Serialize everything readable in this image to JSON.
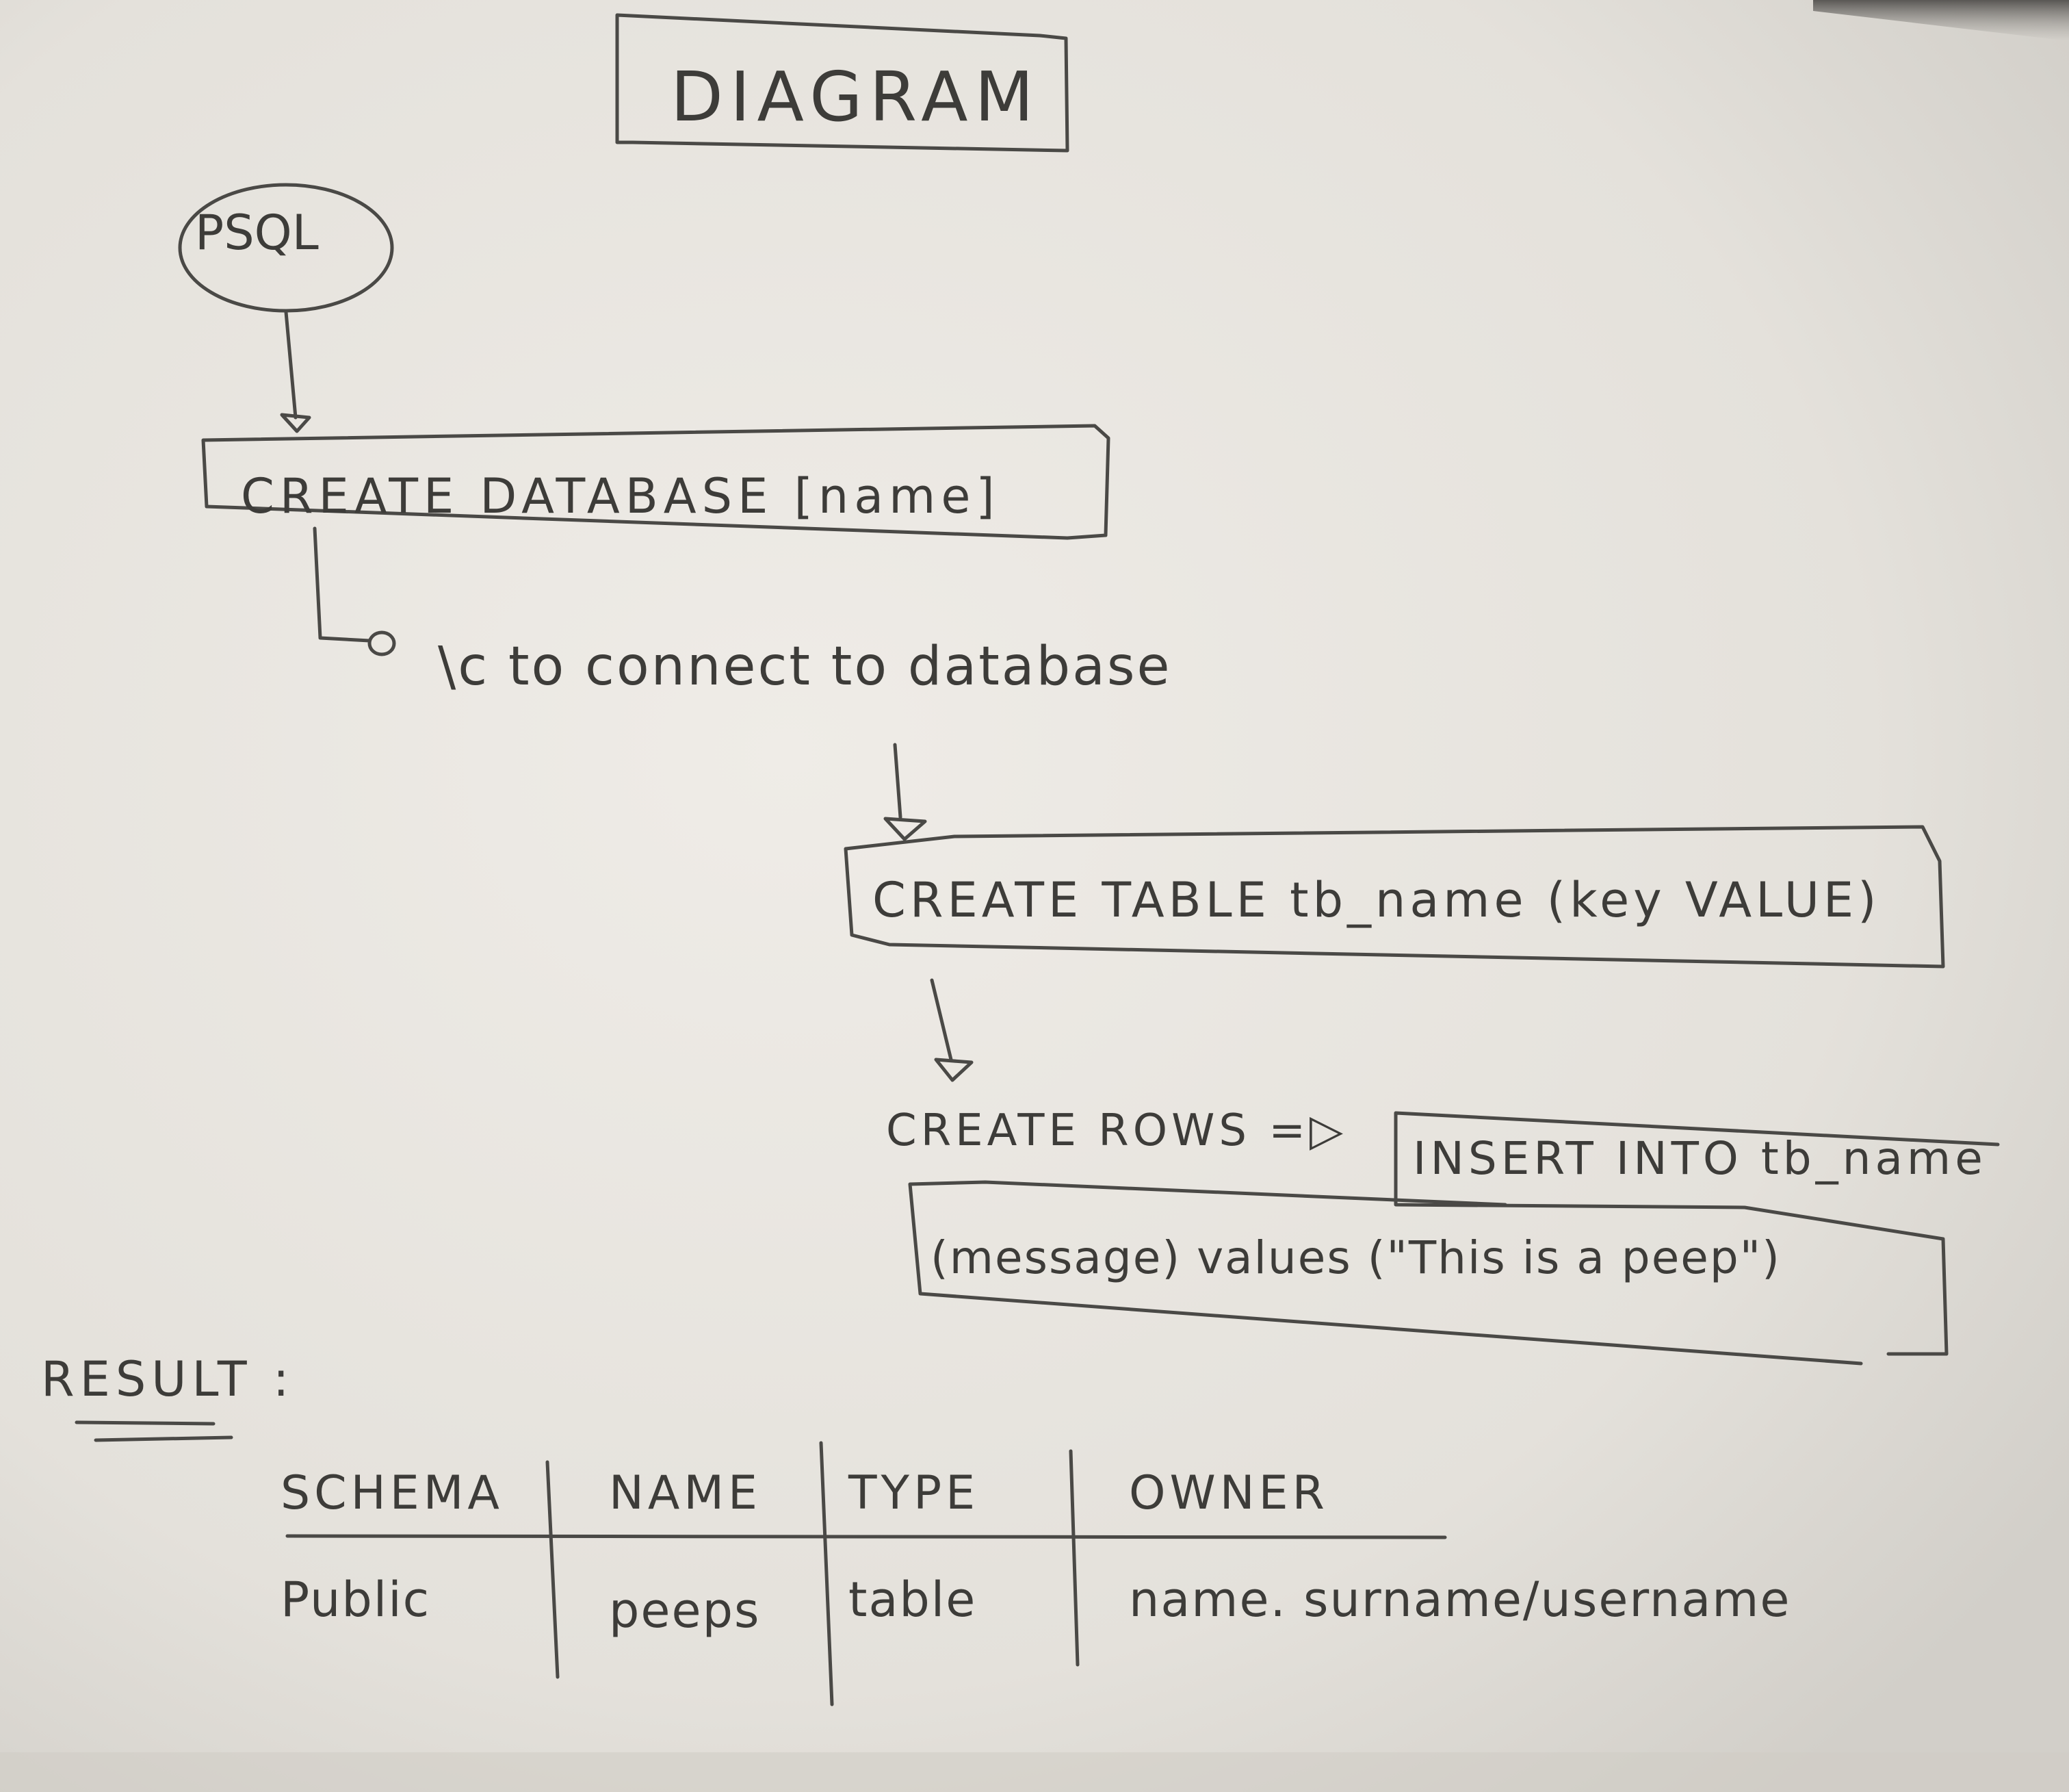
{
  "title": "DIAGRAM",
  "start": "PSQL",
  "steps": {
    "create_database": "CREATE DATABASE [name]",
    "connect": "\\c to connect to database",
    "create_table": "CREATE TABLE tb_name (key VALUE)",
    "create_rows": "CREATE ROWS",
    "arrow_symbol": "=▷",
    "insert_into": "INSERT INTO tb_name",
    "values": "(message) values (\"This is a peep\")"
  },
  "result": {
    "label": "RESULT :",
    "headers": [
      "SCHEMA",
      "NAME",
      "TYPE",
      "OWNER"
    ],
    "rows": [
      [
        "Public",
        "peeps",
        "table",
        "name. surname/username"
      ]
    ]
  }
}
